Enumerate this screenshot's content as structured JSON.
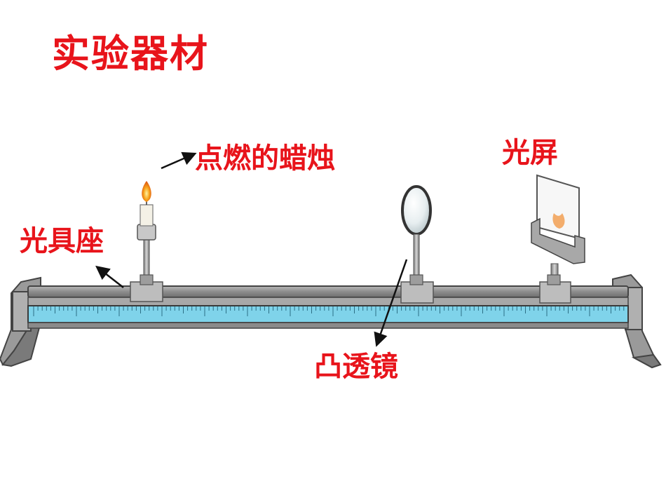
{
  "slide": {
    "title": "实验器材"
  },
  "labels": {
    "candle": "点燃的蜡烛",
    "screen": "光屏",
    "holder": "光具座",
    "lens": "凸透镜"
  },
  "colors": {
    "label": "#e8141b",
    "rail": "#8a8a8a",
    "scale": "#7fd3ea"
  }
}
